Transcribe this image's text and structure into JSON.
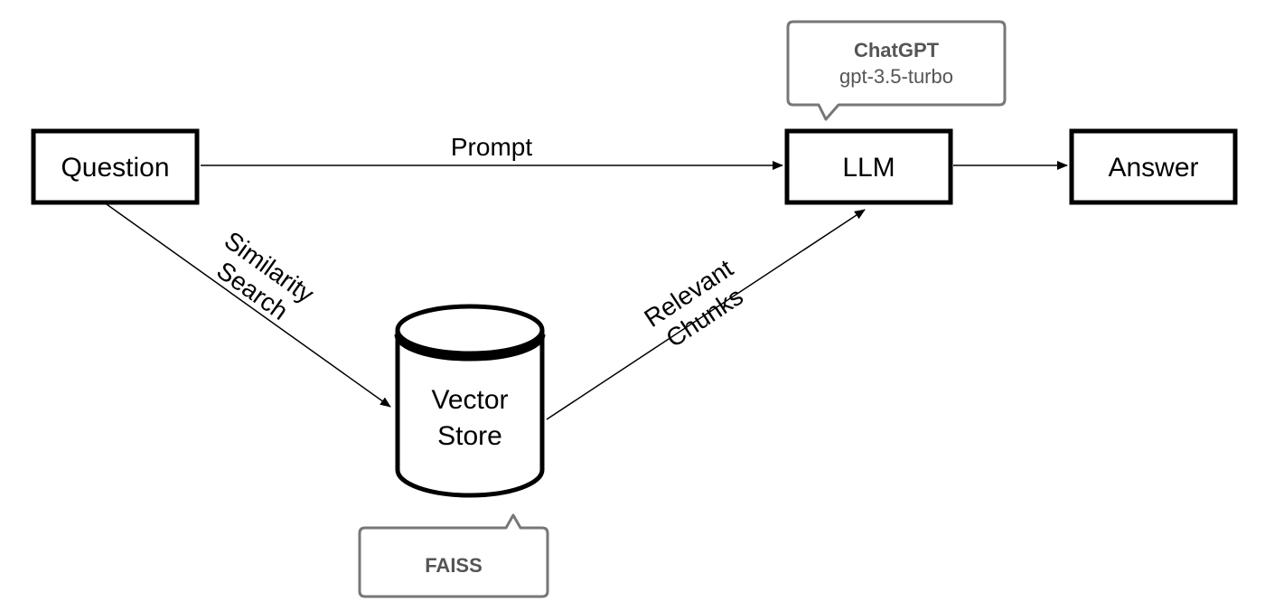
{
  "nodes": {
    "question": "Question",
    "llm": "LLM",
    "answer": "Answer",
    "vector_store": [
      "Vector",
      "Store"
    ]
  },
  "edges": {
    "prompt": "Prompt",
    "similarity_search": [
      "Similarity",
      "Search"
    ],
    "relevant_chunks": [
      "Relevant",
      "Chunks"
    ]
  },
  "callouts": {
    "llm": {
      "title": "ChatGPT",
      "model": "gpt-3.5-turbo"
    },
    "vector_store": {
      "title": "FAISS"
    }
  },
  "colors": {
    "line": "#000000",
    "callout_border": "#777777",
    "callout_text": "#555555"
  }
}
